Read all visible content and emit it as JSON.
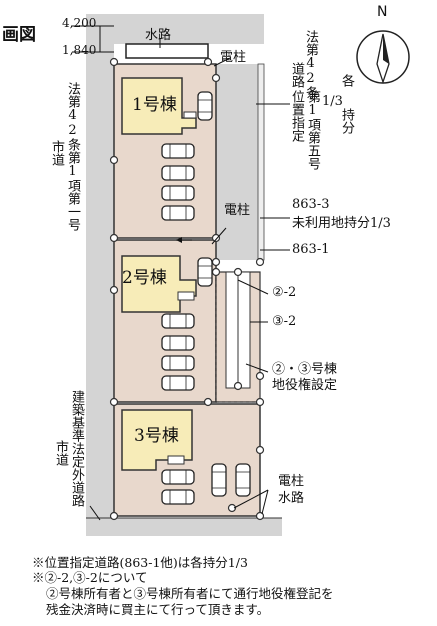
{
  "title_fragment": "画図",
  "dims": {
    "upper": "4,200",
    "lower": "1,840"
  },
  "labels": {
    "suiro_top": "水路",
    "denchu_top": "電柱",
    "denchu_mid": "電柱",
    "denchu_bottom": "電柱",
    "suiro_bottom": "水路",
    "lot1": "1号棟",
    "lot2": "2号棟",
    "lot3": "3号棟",
    "compass_n": "N"
  },
  "road_left_upper": {
    "col1": "法第42条第1項第一号",
    "col2": "市道"
  },
  "road_left_lower": {
    "col1": "建築基準法定外道路",
    "col2": "市道"
  },
  "road_right": {
    "col1": "法第42条",
    "col2": "各",
    "col3": "位置指定",
    "col4": "第1項第五号",
    "col5": "1/3",
    "col6": "持分",
    "row_top": "道路"
  },
  "parcels": {
    "p863_3": "863-3",
    "p863_3_note": "未利用地持分1/3",
    "p863_1": "863-1",
    "c2_2": "②-2",
    "c3_2": "③-2",
    "easement_1": "②・③号棟",
    "easement_2": "地役権設定"
  },
  "notes": {
    "line1": "※位置指定道路(863-1他)は各持分1/3",
    "line2": "※②-2,③-2について",
    "line3": "②号棟所有者と③号棟所有者にて通行地役権登記を",
    "line4": "残金決済時に買主にて行って頂きます。"
  }
}
